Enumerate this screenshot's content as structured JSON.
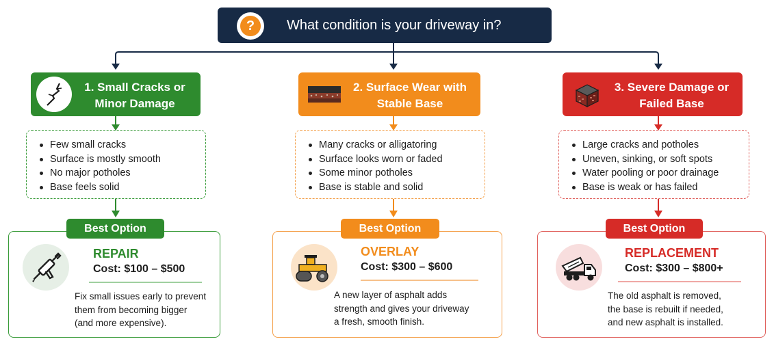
{
  "question": {
    "icon": "question-mark-icon",
    "text": "What condition is your driveway in?"
  },
  "colors": {
    "navy": "#172a45",
    "green": "#2e8b2e",
    "orange": "#f28c1c",
    "red": "#d62b27"
  },
  "columns": [
    {
      "title_line1": "1. Small Cracks or",
      "title_line2": "Minor Damage",
      "icon": "crack-icon",
      "symptoms": [
        "Few small cracks",
        "Surface is mostly smooth",
        "No major potholes",
        "Base feels solid"
      ],
      "best_label": "Best Option",
      "option": "REPAIR",
      "cost": "Cost: $100 – $500",
      "tool_icon": "caulk-gun-icon",
      "desc_lines": [
        "Fix small issues early to prevent",
        "them from becoming bigger",
        "(and more expensive)."
      ]
    },
    {
      "title_line1": "2. Surface Wear with",
      "title_line2": "Stable Base",
      "icon": "worn-asphalt-icon",
      "symptoms": [
        "Many cracks or alligatoring",
        "Surface looks worn or faded",
        "Some minor potholes",
        "Base is stable and solid"
      ],
      "best_label": "Best Option",
      "option": "OVERLAY",
      "cost": "Cost: $300 – $600",
      "tool_icon": "road-roller-icon",
      "desc_lines": [
        "A new layer of asphalt adds",
        "strength and gives your driveway",
        "a fresh, smooth finish."
      ]
    },
    {
      "title_line1": "3. Severe Damage or",
      "title_line2": "Failed Base",
      "icon": "broken-base-icon",
      "symptoms": [
        "Large cracks and potholes",
        "Uneven, sinking, or soft spots",
        "Water pooling or poor drainage",
        "Base is weak or has failed"
      ],
      "best_label": "Best Option",
      "option": "REPLACEMENT",
      "cost": "Cost: $300 – $800+",
      "tool_icon": "dump-truck-icon",
      "desc_lines": [
        "The old asphalt is removed,",
        "the base is rebuilt if needed,",
        "and new asphalt is installed."
      ]
    }
  ]
}
